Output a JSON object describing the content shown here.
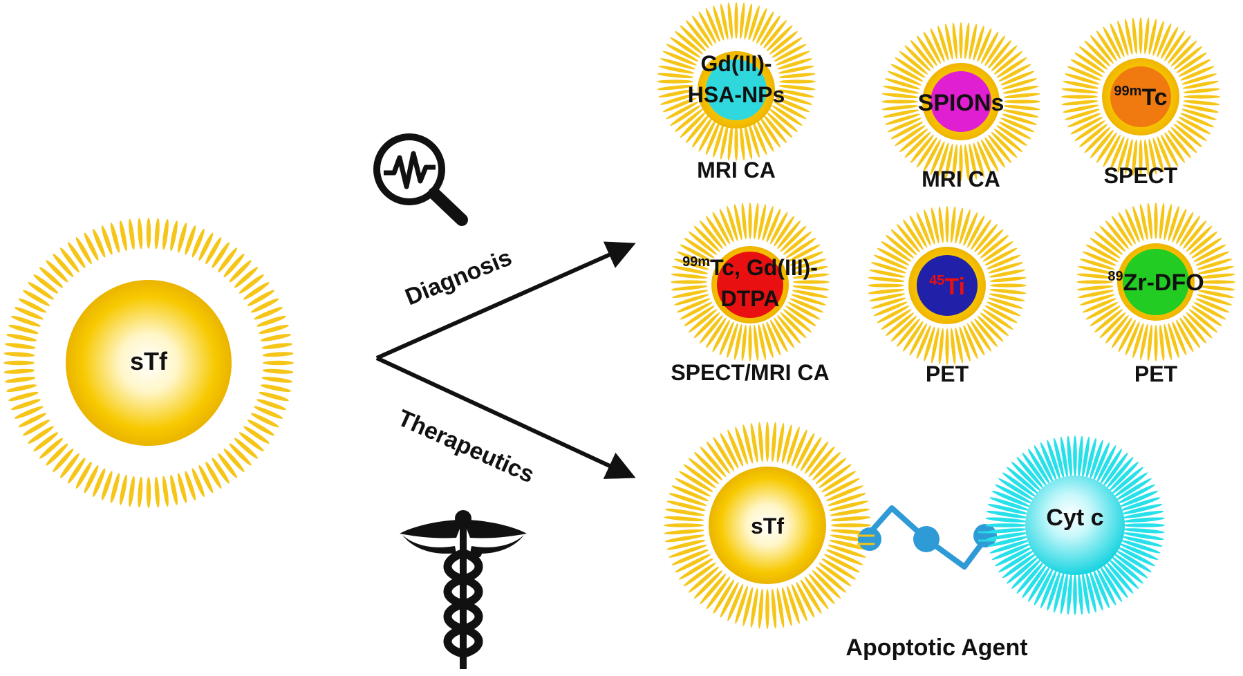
{
  "center": {
    "label": "sTf"
  },
  "branches": {
    "diagnosis": "Diagnosis",
    "therapeutics": "Therapeutics"
  },
  "diagnostics": [
    {
      "core_line1": "Gd(III)-",
      "core_line2": "HSA-NPs",
      "caption": "MRI CA",
      "color": "#2fd8dc"
    },
    {
      "core": "SPIONs",
      "caption": "MRI CA",
      "color": "#e01ed2"
    },
    {
      "sup": "99m",
      "core": "Tc",
      "caption": "SPECT",
      "color": "#f07a10"
    },
    {
      "sup": "99m",
      "core_line1": "Tc, Gd(III)-",
      "core_line2": "DTPA",
      "caption": "SPECT/MRI CA",
      "color": "#e81010"
    },
    {
      "sup": "45",
      "core": "Ti",
      "caption": "PET",
      "color": "#2020a8",
      "text_color": "#e81010"
    },
    {
      "sup": "89",
      "core": "Zr-DFO",
      "caption": "PET",
      "color": "#22cc22"
    }
  ],
  "therapy": {
    "carrier": "sTf",
    "agent": "Cyt c",
    "caption": "Apoptotic Agent",
    "agent_color": "#27e0ea",
    "linker_color": "#2e9ad6"
  },
  "colors": {
    "ray": "#f5c518",
    "core_outer": "#f5c000",
    "core_inner": "#fffbe8",
    "arrow": "#111111"
  },
  "icons": [
    "magnifier-waveform-icon",
    "caduceus-icon"
  ]
}
